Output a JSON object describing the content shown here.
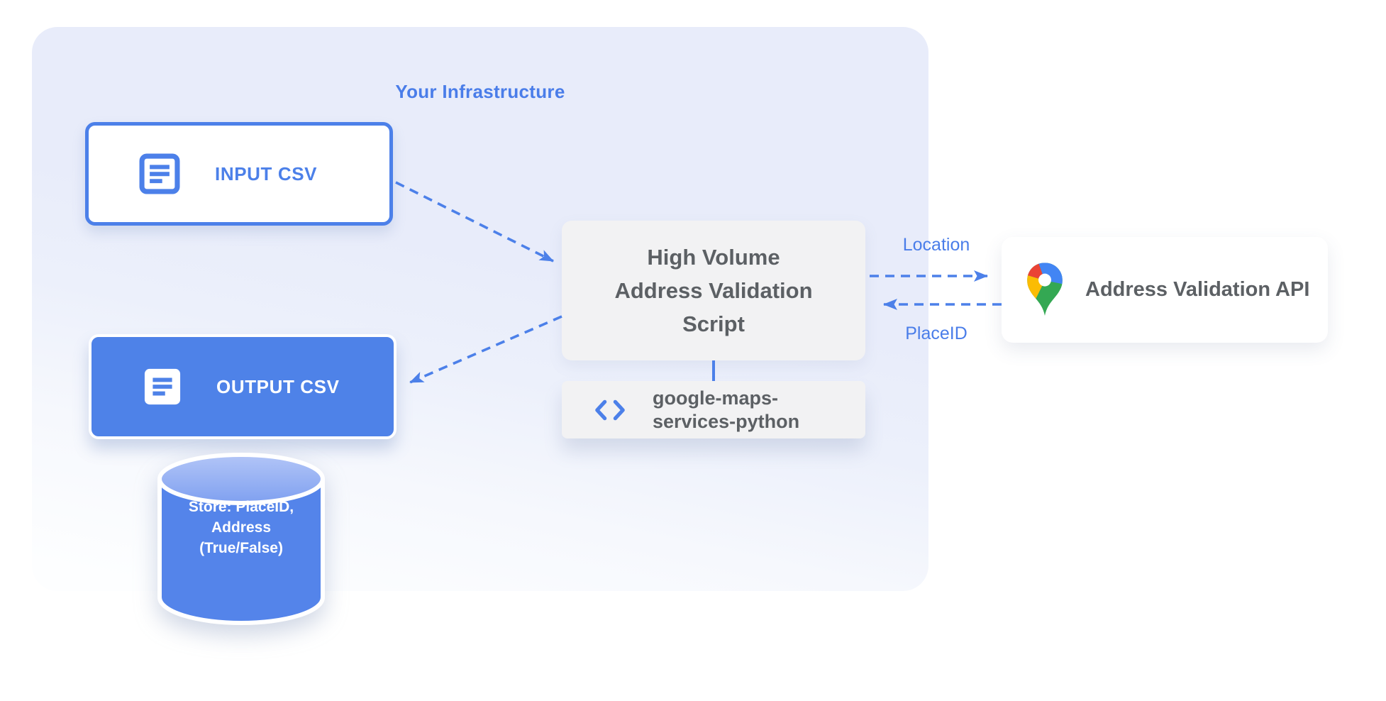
{
  "infrastructure": {
    "label": "Your Infrastructure"
  },
  "nodes": {
    "input_csv": {
      "label": "INPUT CSV",
      "icon": "document-icon"
    },
    "output_csv": {
      "label": "OUTPUT CSV",
      "icon": "document-icon"
    },
    "datastore": {
      "line1": "Store: PlaceID,",
      "line2": "Address",
      "line3": "(True/False)",
      "icon": "database-cylinder"
    },
    "script": {
      "line1": "High Volume",
      "line2": "Address Validation",
      "line3": "Script"
    },
    "library": {
      "line1": "google-maps-",
      "line2": "services-python",
      "icon": "code-icon"
    },
    "api": {
      "label": "Address Validation API",
      "icon": "google-maps-pin-icon"
    }
  },
  "edges": {
    "input_to_script": {
      "style": "dashed"
    },
    "script_to_output": {
      "style": "dashed"
    },
    "script_to_library": {
      "style": "solid"
    },
    "script_to_api": {
      "label": "Location",
      "style": "dashed"
    },
    "api_to_script": {
      "label": "PlaceID",
      "style": "dashed"
    }
  },
  "colors": {
    "primary_blue": "#4c80e9",
    "label_blue": "#4a7de9",
    "container_bg": "#e8ecfa",
    "gray_box": "#f2f2f3",
    "dark_gray_text": "#5c6064",
    "cylinder_blue": "#5484ea",
    "pin_red": "#EA4335",
    "pin_blue": "#4285F4",
    "pin_yellow": "#FBBC04",
    "pin_green": "#34A853"
  }
}
